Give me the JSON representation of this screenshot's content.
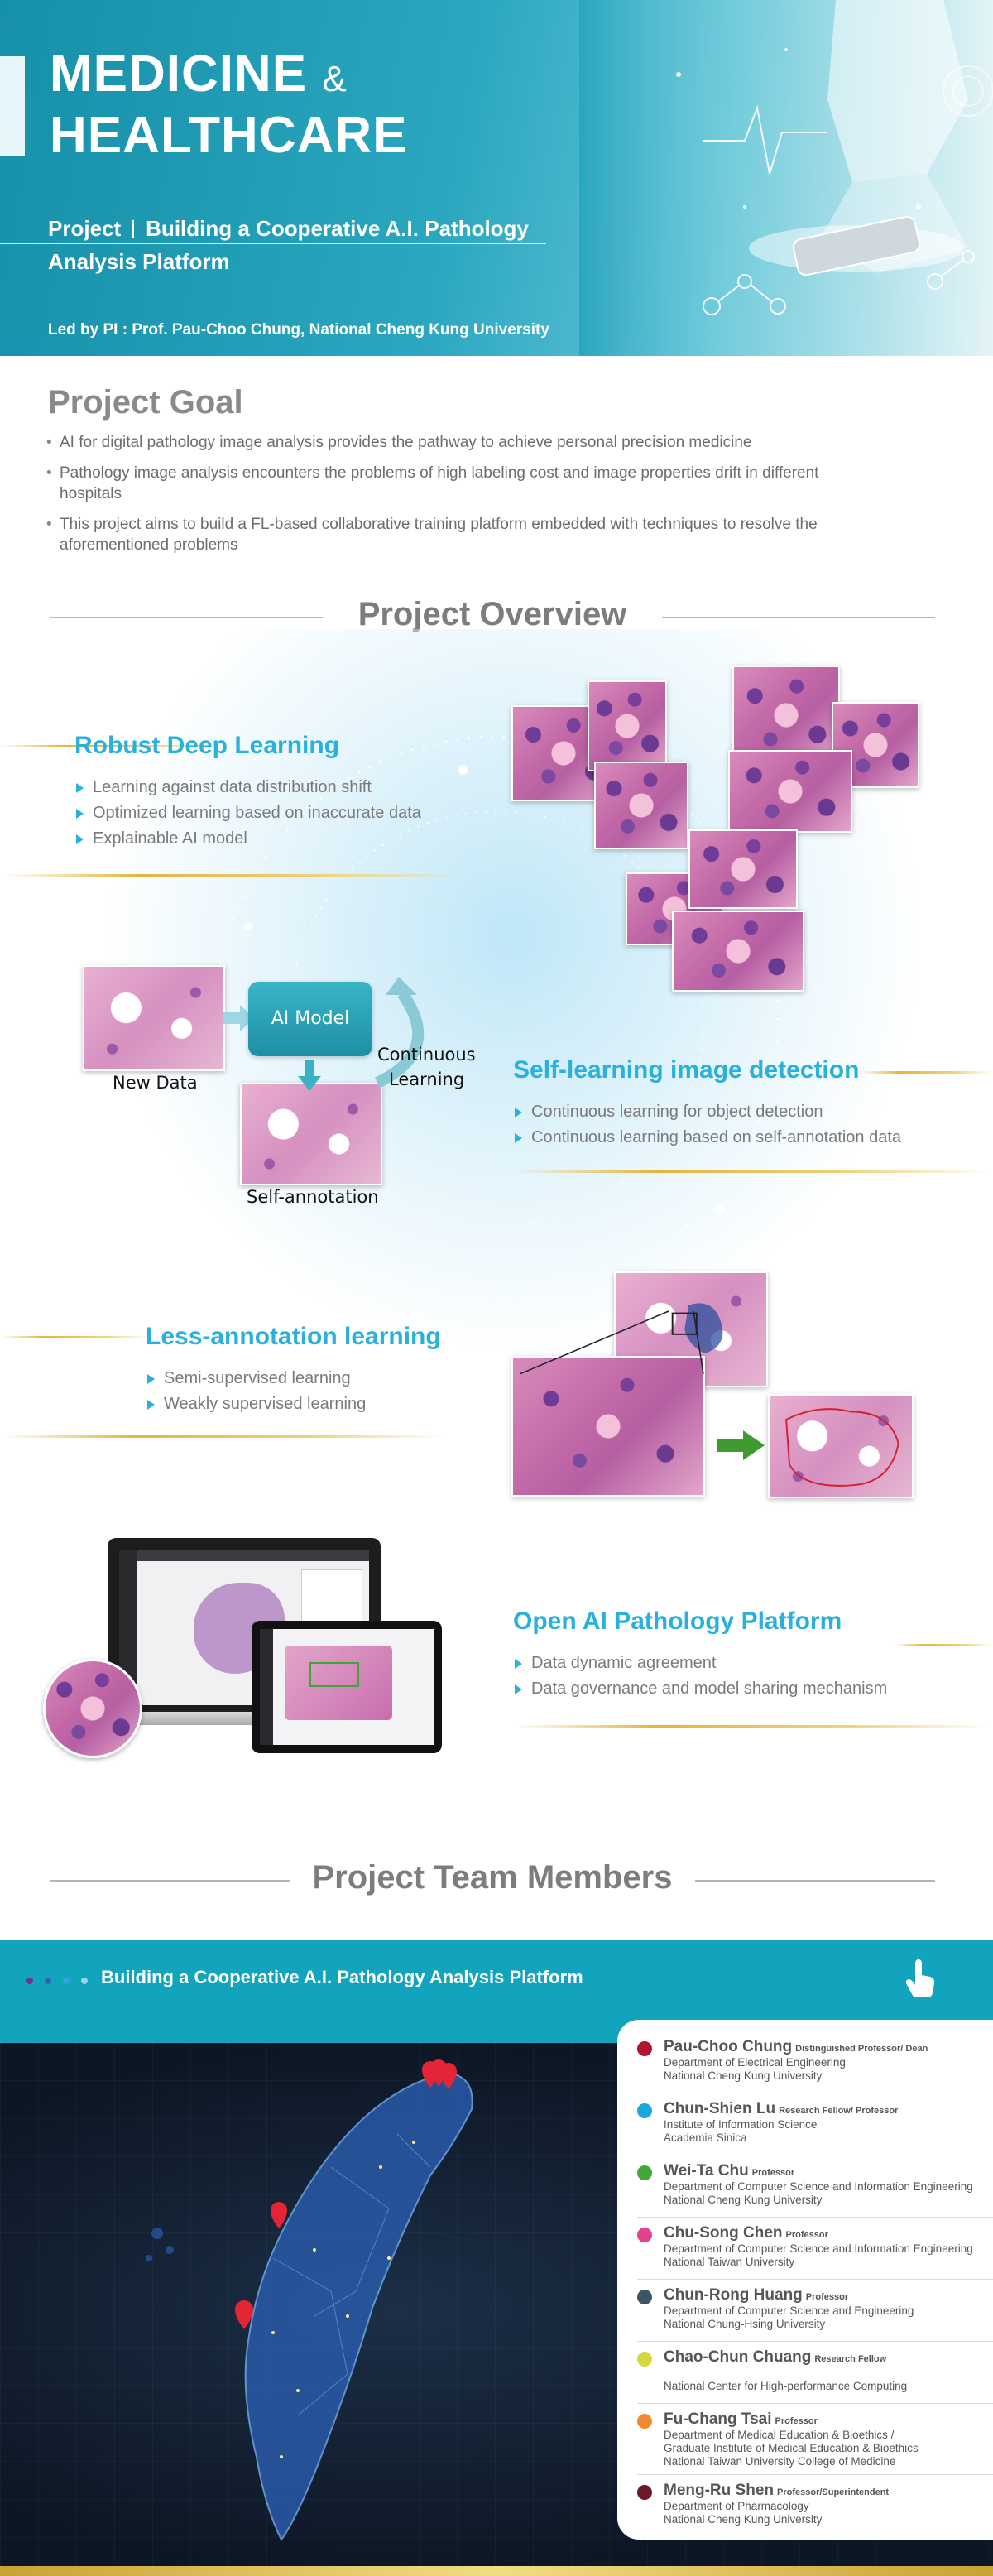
{
  "header": {
    "title_line1": "MEDICINE",
    "title_amp": "&",
    "title_line2": "HEALTHCARE",
    "project_label": "Project",
    "project_name": "Building a Cooperative A.I. Pathology Analysis Platform",
    "led_by": "Led by PI : Prof. Pau-Choo Chung, National Cheng Kung University"
  },
  "goal": {
    "title": "Project Goal",
    "items": [
      "AI for digital pathology image analysis provides the pathway to achieve personal precision medicine",
      "Pathology image analysis encounters the problems of  high labeling cost and image properties drift in different hospitals",
      "This project aims to build a FL-based collaborative training platform embedded with techniques to resolve the aforementioned problems"
    ]
  },
  "overview": {
    "title": "Project Overview",
    "features": [
      {
        "title": "Robust Deep Learning",
        "items": [
          "Learning against data distribution shift",
          "Optimized learning based on inaccurate data",
          "Explainable AI model"
        ]
      },
      {
        "title": "Self-learning image detection",
        "items": [
          "Continuous learning for object detection",
          "Continuous learning based on self-annotation data"
        ]
      },
      {
        "title": "Less-annotation learning",
        "items": [
          "Semi-supervised learning",
          "Weakly supervised learning"
        ]
      },
      {
        "title": "Open AI Pathology Platform",
        "items": [
          "Data dynamic agreement",
          "Data governance and model sharing mechanism"
        ]
      }
    ],
    "diagram": {
      "new_data": "New Data",
      "ai_model": "AI Model",
      "continuous": "Continuous",
      "learning": "Learning",
      "self_annotation": "Self-annotation"
    }
  },
  "team": {
    "title": "Project Team Members",
    "band_title": "Building a Cooperative A.I. Pathology Analysis Platform",
    "members": [
      {
        "name": "Pau-Choo Chung",
        "title": "Distinguished Professor/ Dean",
        "lines": [
          "Department of Electrical Engineering",
          "National Cheng Kung University"
        ],
        "color": "#b0142f"
      },
      {
        "name": "Chun-Shien Lu",
        "title": "Research Fellow/ Professor",
        "lines": [
          "Institute of Information Science",
          "Academia Sinica"
        ],
        "color": "#19a7e0"
      },
      {
        "name": "Wei-Ta Chu",
        "title": "Professor",
        "lines": [
          "Department of Computer Science and Information Engineering",
          "National Cheng Kung University"
        ],
        "color": "#3ea83a"
      },
      {
        "name": "Chu-Song Chen",
        "title": "Professor",
        "lines": [
          "Department of Computer Science and Information Engineering",
          "National Taiwan University"
        ],
        "color": "#e2438f"
      },
      {
        "name": "Chun-Rong Huang",
        "title": "Professor",
        "lines": [
          "Department of Computer Science and Engineering",
          "National Chung-Hsing University"
        ],
        "color": "#3e5566"
      },
      {
        "name": "Chao-Chun Chuang",
        "title": "Research Fellow",
        "lines": [
          "",
          "National Center for High-performance Computing"
        ],
        "color": "#d3d93a"
      },
      {
        "name": "Fu-Chang Tsai",
        "title": "Professor",
        "lines": [
          "Department of Medical Education & Bioethics /",
          "Graduate Institute of Medical Education & Bioethics",
          "National Taiwan University College of Medicine"
        ],
        "color": "#f08a2c"
      },
      {
        "name": "Meng-Ru Shen",
        "title": "Professor/Superintendent",
        "lines": [
          "Department of Pharmacology",
          "National Cheng Kung University"
        ],
        "color": "#6b1a2a"
      }
    ]
  }
}
